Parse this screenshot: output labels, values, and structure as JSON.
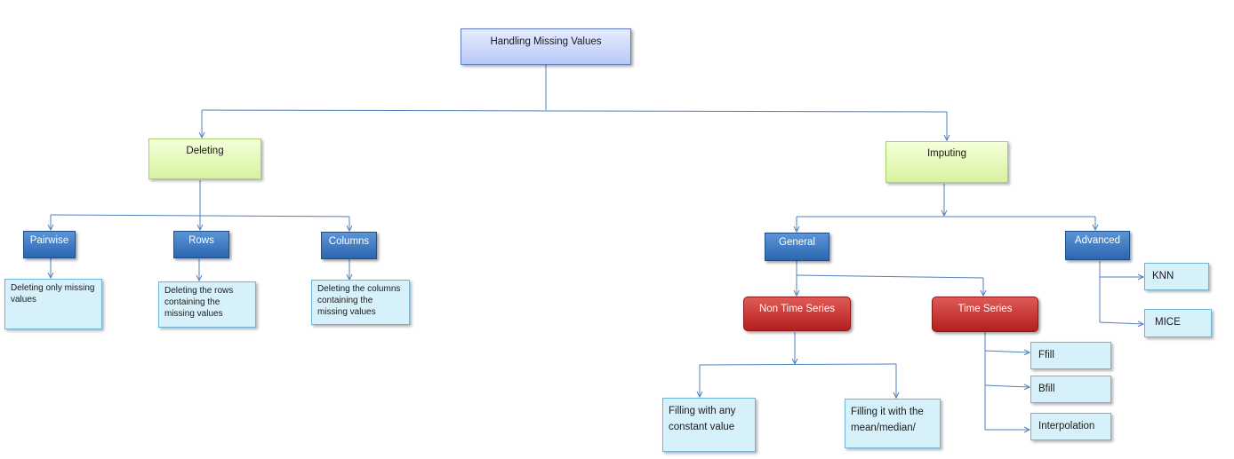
{
  "root": "Handling Missing Values",
  "deleting": {
    "label": "Deleting",
    "pairwise": {
      "label": "Pairwise",
      "desc": "Deleting only missing values"
    },
    "rows": {
      "label": "Rows",
      "desc": "Deleting the rows containing the missing values"
    },
    "columns": {
      "label": "Columns",
      "desc": "Deleting the columns containing the missing values"
    }
  },
  "imputing": {
    "label": "Imputing",
    "general": {
      "label": "General",
      "non_time_series": {
        "label": "Non Time Series",
        "constant": "Filling with any constant value",
        "mean": "Filling it with the mean/median/"
      },
      "time_series": {
        "label": "Time Series",
        "ffill": "Ffill",
        "bfill": "Bfill",
        "interpolation": "Interpolation"
      }
    },
    "advanced": {
      "label": "Advanced",
      "knn": "KNN",
      "mice": "MICE"
    }
  }
}
